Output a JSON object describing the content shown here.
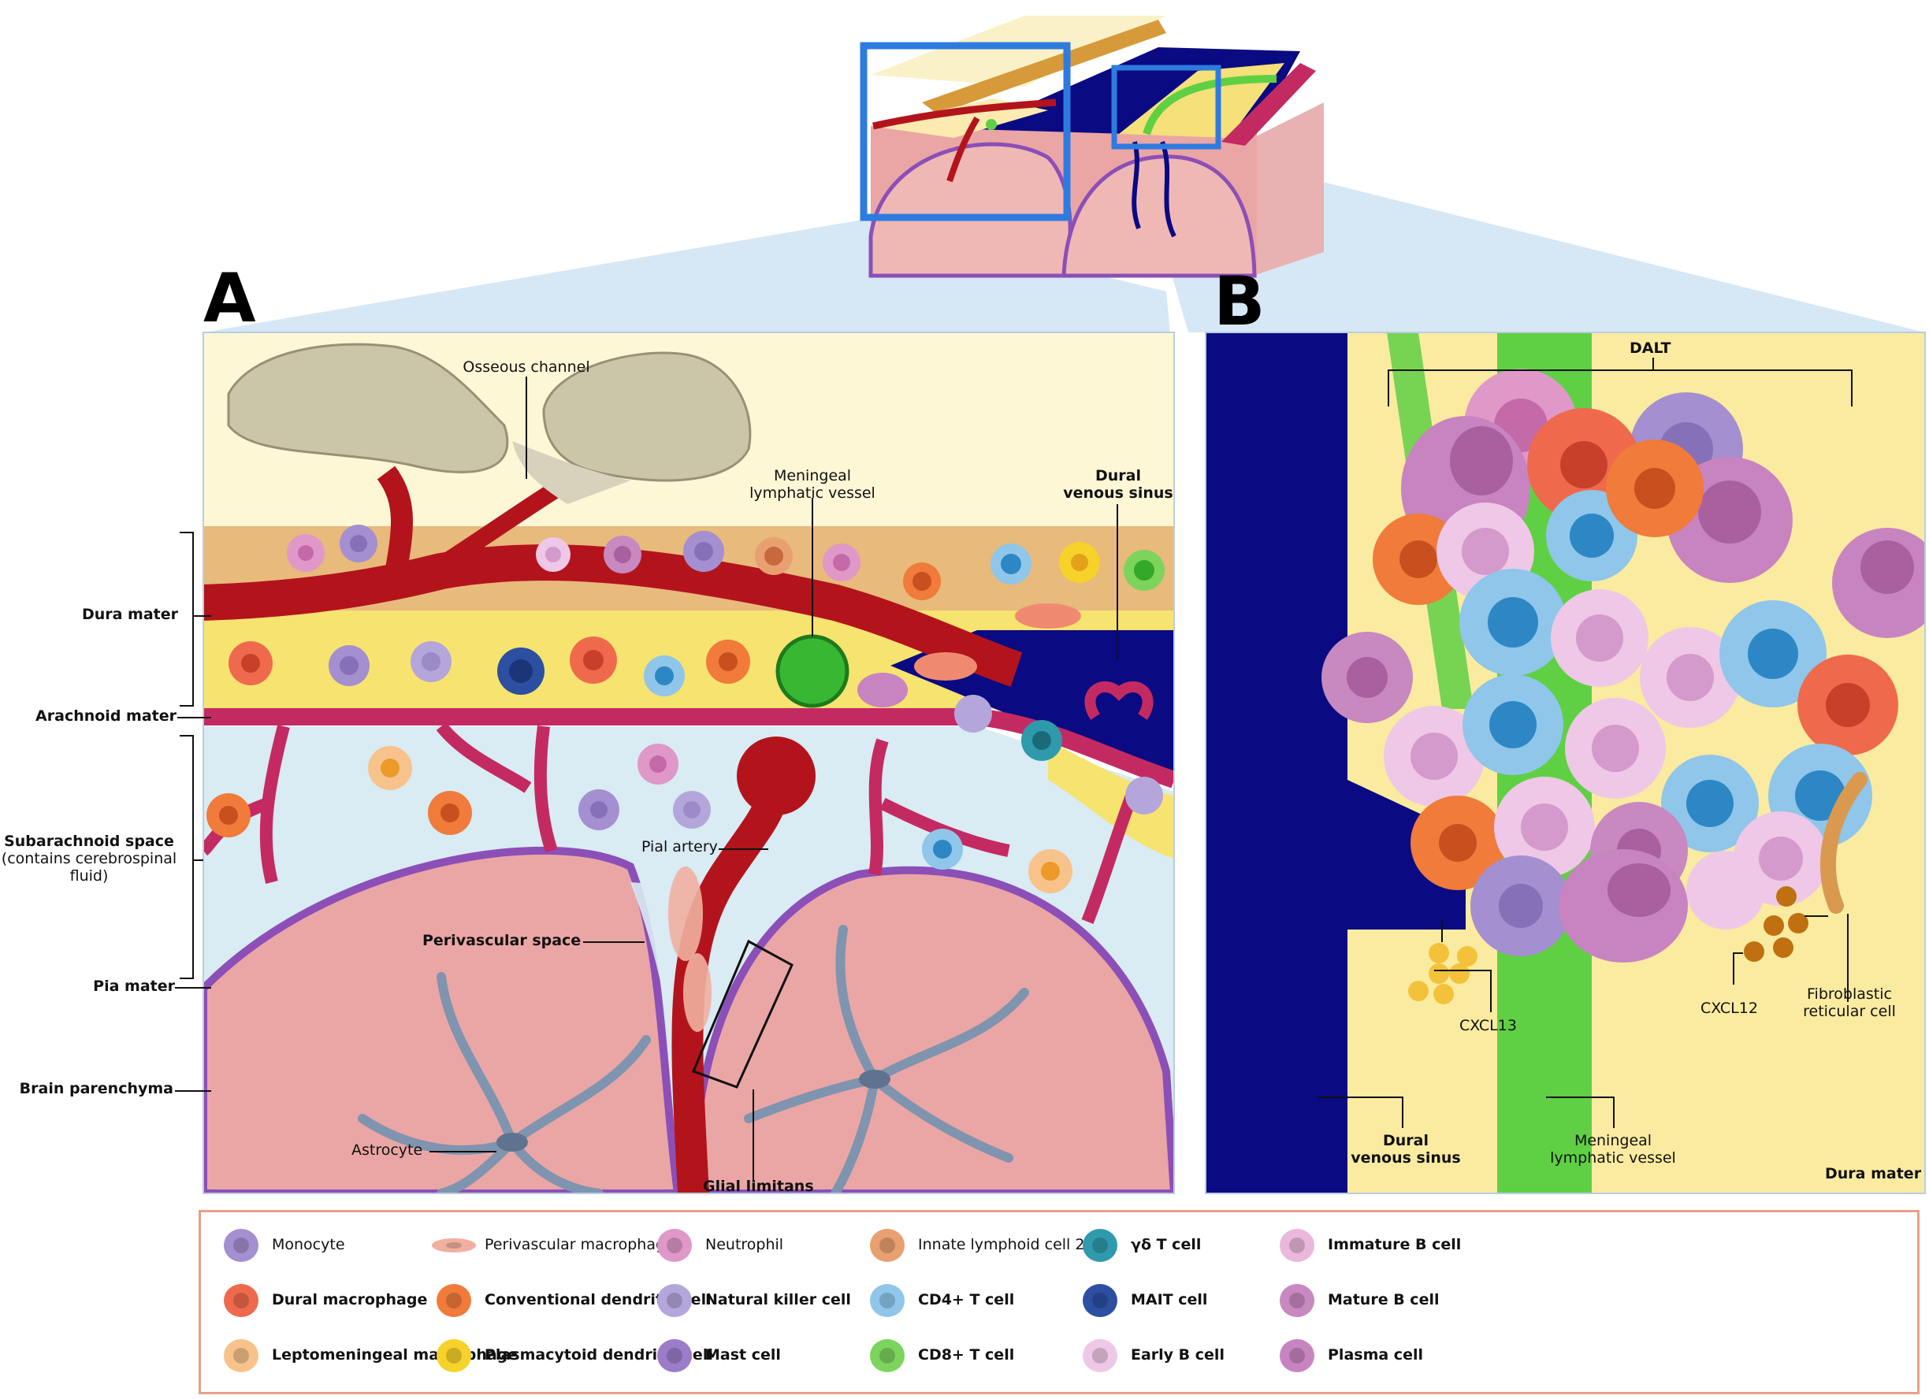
{
  "panels": {
    "a": {
      "letter": "A"
    },
    "b": {
      "letter": "B"
    }
  },
  "labels_a": {
    "osseous_channel": "Osseous channel",
    "meningeal_lymphatic_vessel": "Meningeal\nlymphatic vessel",
    "dural_venous_sinus": "Dural\nvenous sinus",
    "dura_mater": "Dura mater",
    "arachnoid_mater": "Arachnoid mater",
    "subarachnoid_space": "Subarachnoid space",
    "subarachnoid_note": "(contains cerebrospinal\nfluid)",
    "pia_mater": "Pia mater",
    "brain_parenchyma": "Brain parenchyma",
    "pial_artery": "Pial artery",
    "perivascular_space": "Perivascular space",
    "astrocyte": "Astrocyte",
    "glial_limitans": "Glial limitans"
  },
  "labels_b": {
    "dalt": "DALT",
    "cxcl13": "CXCL13",
    "cxcl12": "CXCL12",
    "fibroblastic_reticular_cell": "Fibroblastic\nreticular cell",
    "dural_venous_sinus": "Dural\nvenous sinus",
    "meningeal_lymphatic_vessel": "Meningeal\nlymphatic vessel",
    "dura_mater": "Dura mater"
  },
  "legend": [
    {
      "label": "Monocyte",
      "icon": "monocyte-icon",
      "color": "#a48fd0",
      "bold": false
    },
    {
      "label": "Dural macrophage",
      "icon": "dural-macrophage-icon",
      "color": "#ef6a4c",
      "bold": true
    },
    {
      "label": "Leptomeningeal macrophage",
      "icon": "leptomeningeal-macrophage-icon",
      "color": "#f7c38a",
      "bold": true
    },
    {
      "label": "Perivascular macrophage",
      "icon": "perivascular-macrophage-icon",
      "color": "#f0b0a0",
      "bold": false
    },
    {
      "label": "Conventional dendritic cell",
      "icon": "conventional-dendritic-cell-icon",
      "color": "#f07b3a",
      "bold": true
    },
    {
      "label": "Plasmacytoid dendritic cell",
      "icon": "plasmacytoid-dendritic-cell-icon",
      "color": "#f6d22a",
      "bold": true
    },
    {
      "label": "Neutrophil",
      "icon": "neutrophil-icon",
      "color": "#e098c8",
      "bold": false
    },
    {
      "label": "Natural killer cell",
      "icon": "natural-killer-cell-icon",
      "color": "#b4a6db",
      "bold": true
    },
    {
      "label": "Mast cell",
      "icon": "mast-cell-icon",
      "color": "#9a7cc8",
      "bold": true
    },
    {
      "label": "Innate lymphoid cell 2",
      "icon": "innate-lymphoid-cell-icon",
      "color": "#e8a070",
      "bold": false
    },
    {
      "label": "CD4+ T cell",
      "icon": "cd4-t-cell-icon",
      "color": "#8fc6ea",
      "bold": true
    },
    {
      "label": "CD8+ T cell",
      "icon": "cd8-t-cell-icon",
      "color": "#7cd45c",
      "bold": true
    },
    {
      "label": "γδ T cell",
      "icon": "gamma-delta-t-cell-icon",
      "color": "#2f9aac",
      "bold": true
    },
    {
      "label": "MAIT cell",
      "icon": "mait-cell-icon",
      "color": "#2d4fa2",
      "bold": true
    },
    {
      "label": "Early B cell",
      "icon": "early-b-cell-icon",
      "color": "#eec8e6",
      "bold": true
    },
    {
      "label": "Immature B cell",
      "icon": "immature-b-cell-icon",
      "color": "#eab8dc",
      "bold": true
    },
    {
      "label": "Mature B cell",
      "icon": "mature-b-cell-icon",
      "color": "#c888c0",
      "bold": true
    },
    {
      "label": "Plasma cell",
      "icon": "plasma-cell-icon",
      "color": "#c884c0",
      "bold": true
    }
  ],
  "colors": {
    "bone": "#fdf7d6",
    "dura": "#e8ba7c",
    "arachnoid_band": "#f7e36f",
    "csf": "#d9ebf3",
    "brain": "#eaa6a5",
    "pia": "#8c4fb7",
    "artery": "#b3141c",
    "sinus": "#0a0a82",
    "lymphatic": "#5fd044",
    "astrocyte": "#7f94ae",
    "dalt_bg": "#faeba0",
    "connector": "#cfe3f5",
    "highlight": "#2e7be0"
  }
}
